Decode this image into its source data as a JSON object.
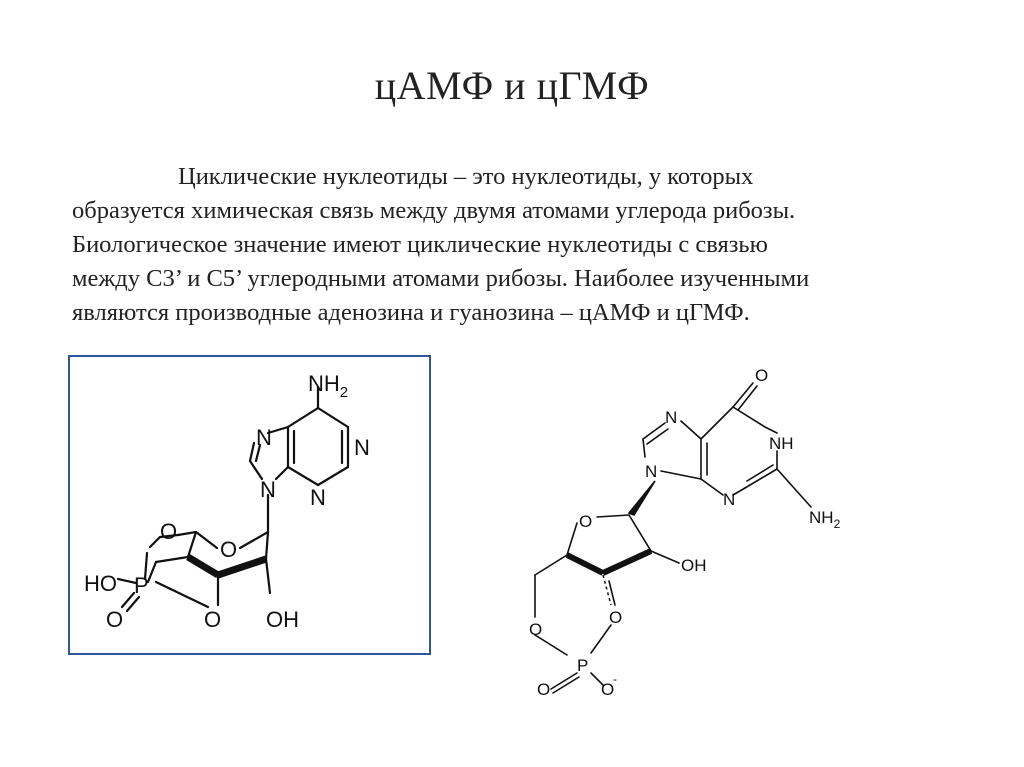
{
  "slide": {
    "title": "цАМФ и цГМФ",
    "paragraph_lines": [
      "Циклические нуклеотиды – это нуклеотиды, у которых",
      "образуется химическая связь между двумя атомами углерода рибозы.",
      "Биологическое значение имеют циклические нуклеотиды с связью",
      "между C3’ и C5’ углеродными атомами рибозы.  Наиболее изученными",
      "являются производные аденозина и гуанозина – цАМФ и цГМФ."
    ]
  },
  "camp": {
    "border_color": "#2f5597",
    "atoms": {
      "nh2": "NH",
      "nh2_sub": "2",
      "n_top": "N",
      "n_right": "N",
      "n_bottom": "N",
      "n_glyco": "N",
      "o_ring": "O",
      "o_left": "O",
      "ho": "HO",
      "p": "P",
      "o_double": "O",
      "o_bottom": "O",
      "oh": "OH"
    }
  },
  "cgmp": {
    "atoms": {
      "o_carbonyl": "O",
      "n_top": "N",
      "nh": "NH",
      "n_glyco": "N",
      "n_lower": "N",
      "nh2": "NH",
      "nh2_sub": "2",
      "o_ring": "O",
      "oh": "OH",
      "o_left": "O",
      "o_right": "O",
      "p": "P",
      "o_double": "O",
      "o_minus": "O",
      "minus": "-"
    }
  }
}
